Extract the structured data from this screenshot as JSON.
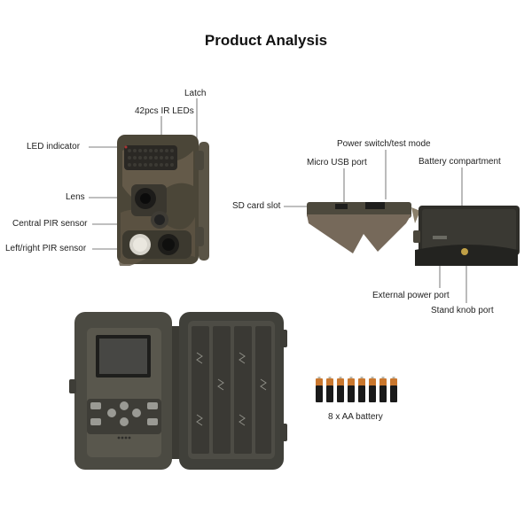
{
  "title": "Product Analysis",
  "front_labels": {
    "latch": "Latch",
    "ir_leds": "42pcs IR LEDs",
    "led_indicator": "LED indicator",
    "lens": "Lens",
    "central_pir": "Central PIR sensor",
    "side_pir": "Left/right PIR sensor"
  },
  "side_labels": {
    "power_switch": "Power switch/test mode",
    "micro_usb": "Micro USB port",
    "battery_compartment": "Battery compartment",
    "sd_card": "SD card slot",
    "external_power": "External power port",
    "stand_knob": "Stand knob port"
  },
  "battery_caption": "8 x AA battery",
  "battery_count": 8,
  "colors": {
    "body": "#4a473c",
    "camo": "#6b6150",
    "battery_copper": "#c9772e",
    "battery_black": "#1a1a1a"
  }
}
